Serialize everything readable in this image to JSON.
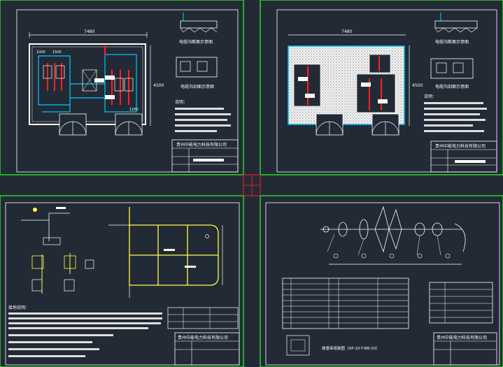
{
  "sheets": {
    "tl": {
      "dimension_top": "7480",
      "dimension_side": "4500",
      "dim_a": "1000",
      "dim_b": "1500",
      "dim_c": "1200",
      "section_title_1": "电缆沟断面示意图",
      "section_title_2": "电缆沟剖面示意图",
      "notes_head": "说明：",
      "company": "贵州中能电力科技有限公司"
    },
    "tr": {
      "dimension_top": "7480",
      "dimension_side": "4500",
      "section_title_1": "电缆沟断面示意图",
      "section_title_2": "电缆沟剖面示意图",
      "notes_head": "说明：",
      "company": "贵州中能电力科技有限公司"
    },
    "bl": {
      "notes_head": "接地说明：",
      "company": "贵州中能电力科技有限公司"
    },
    "br": {
      "caption": "悬垂串组装图（XP-10-T-BB-20）",
      "company": "贵州中能电力科技有限公司"
    }
  }
}
